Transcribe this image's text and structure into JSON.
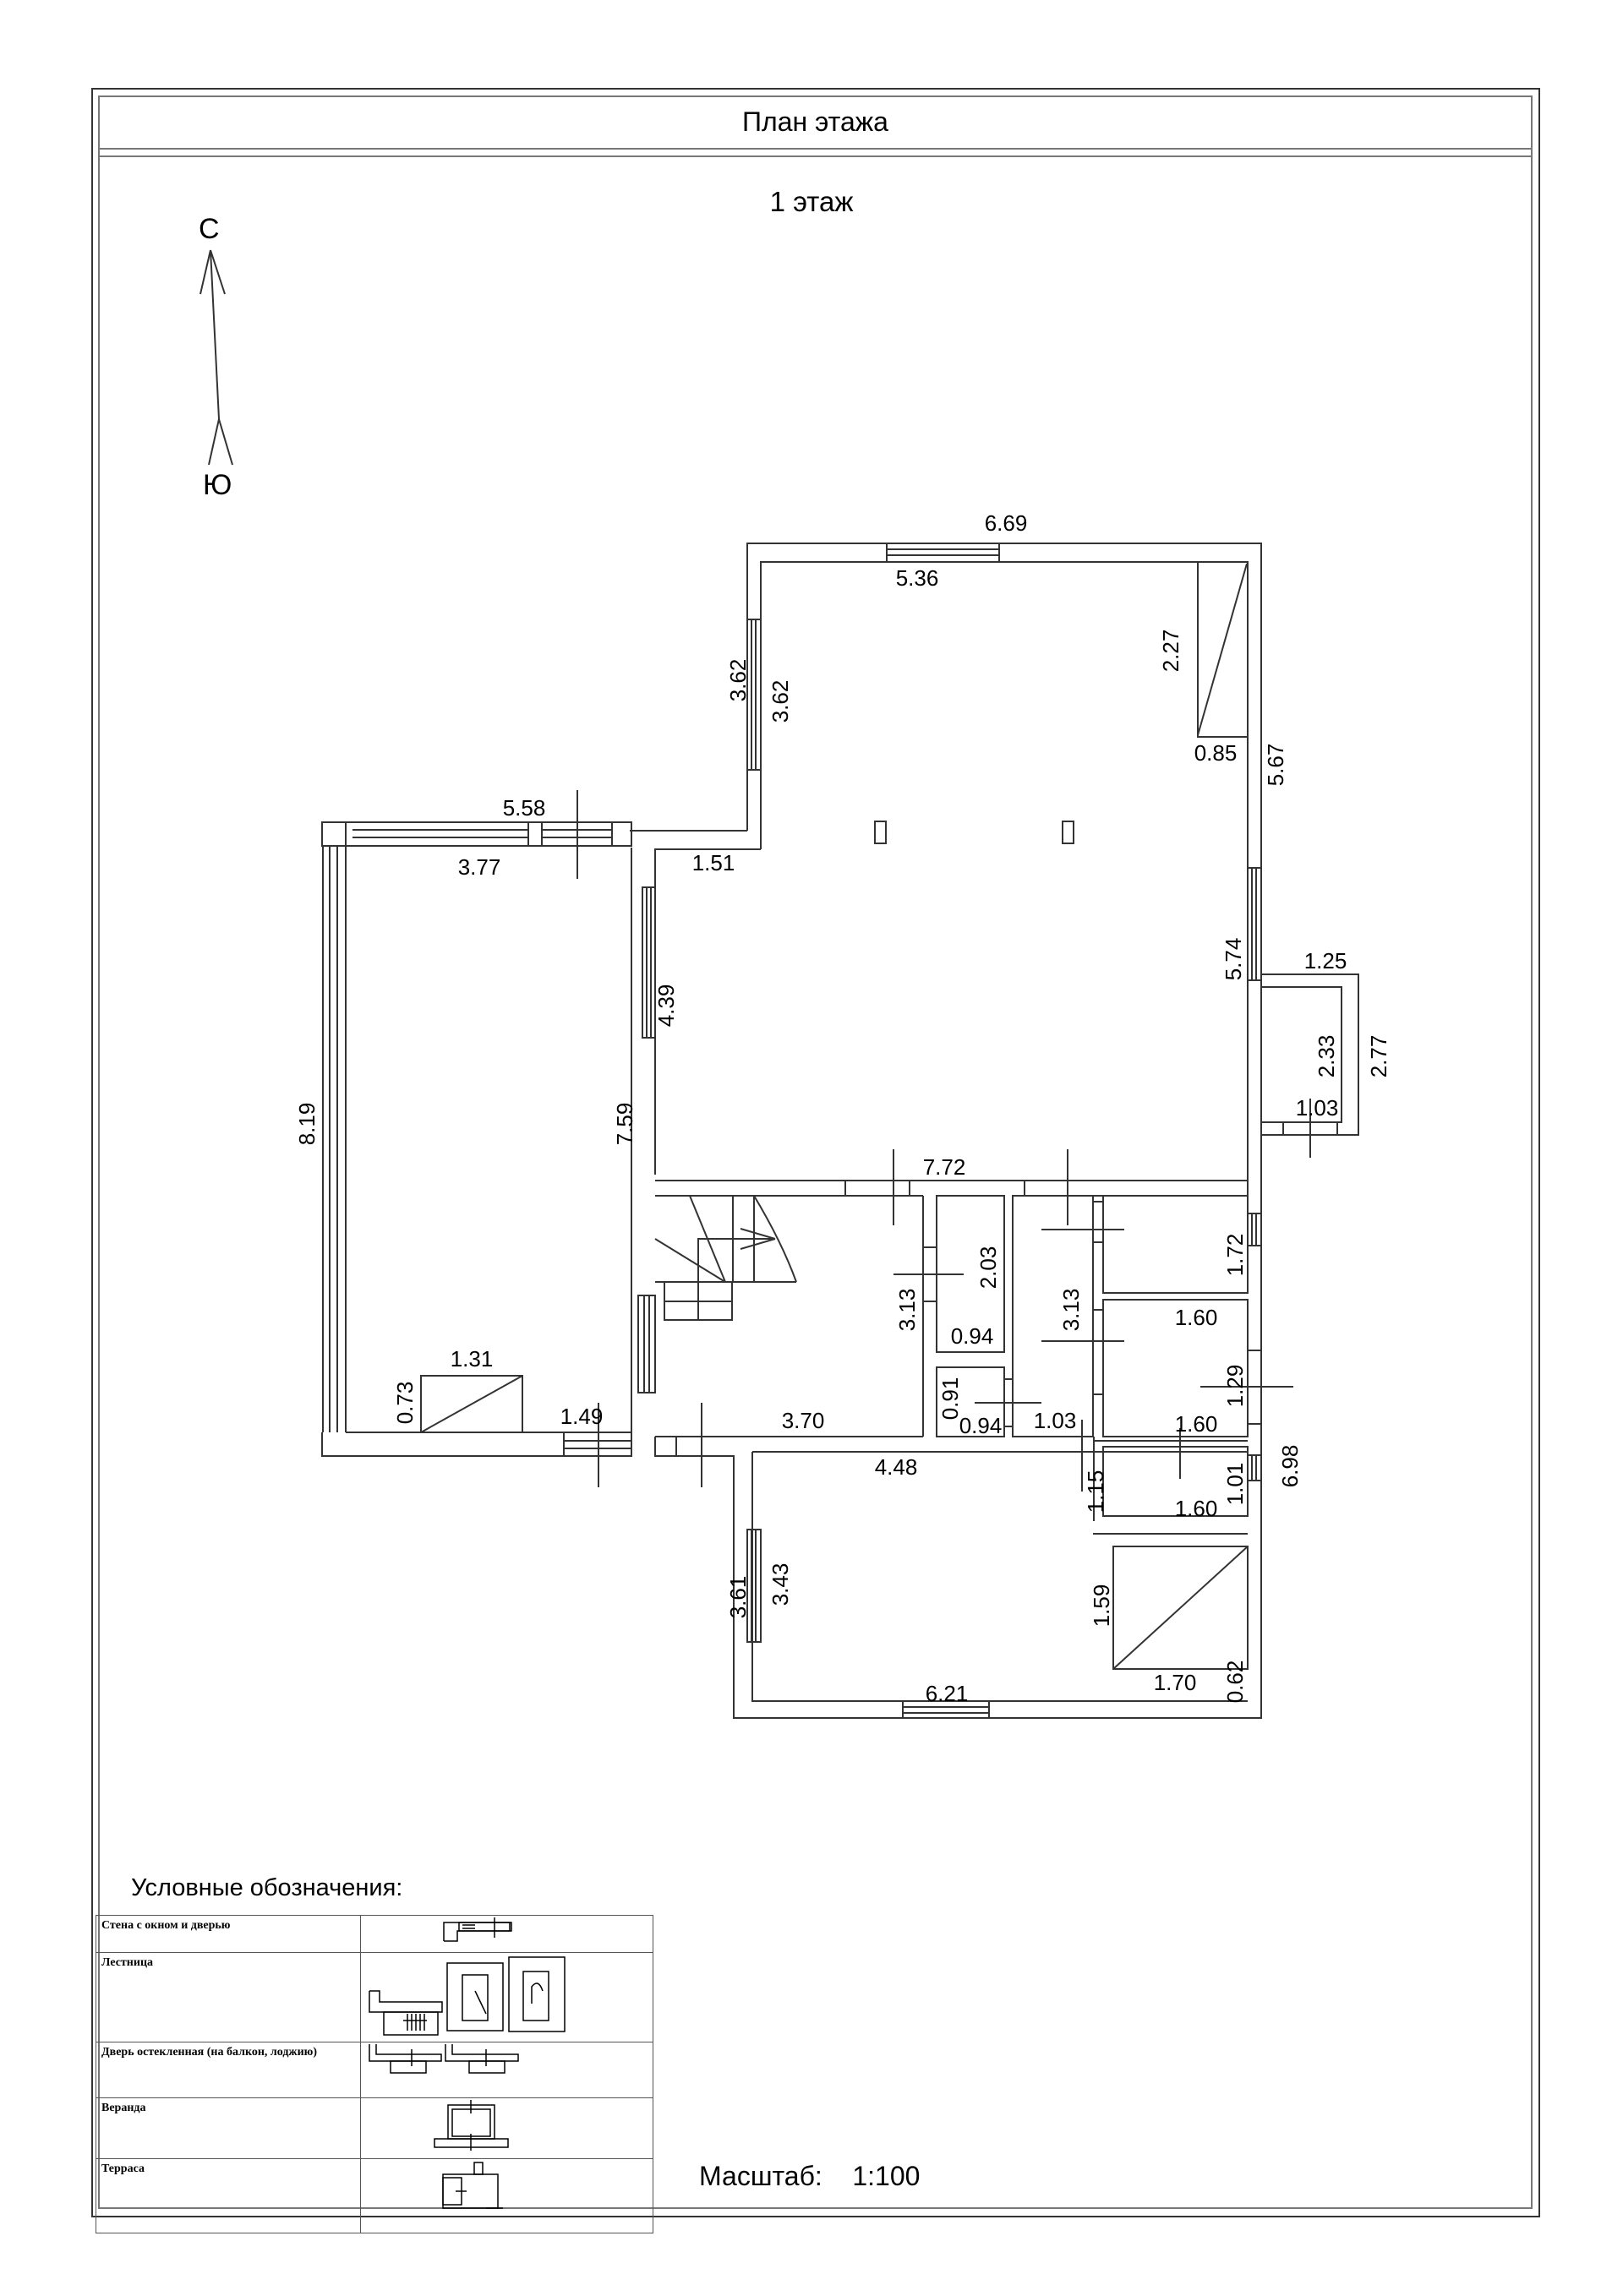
{
  "header": {
    "title": "План этажа",
    "floor": "1 этаж"
  },
  "compass": {
    "north": "С",
    "south": "Ю"
  },
  "dimensions": {
    "main_hall_top_outer": "6.69",
    "main_hall_top_inner": "5.36",
    "main_hall_west_outer": "3.62",
    "main_hall_west_inner": "3.62",
    "niche_height": "2.27",
    "niche_width": "0.85",
    "main_hall_east_outer": "5.67",
    "main_hall_east_inner": "5.74",
    "step_width": "1.51",
    "veranda_top_outer": "5.58",
    "veranda_top_inner": "3.77",
    "veranda_west": "8.19",
    "veranda_east_inner": "7.59",
    "hall_window_wall": "4.39",
    "veranda_item_width": "1.31",
    "veranda_item_depth": "0.73",
    "veranda_door": "1.49",
    "porch_width": "1.25",
    "porch_inner_height": "2.33",
    "porch_outer_height": "2.77",
    "porch_door": "1.03",
    "partition_length": "7.72",
    "stair_room_height": "3.13",
    "stair_room_width": "3.70",
    "closet_height": "2.03",
    "closet_width": "0.94",
    "small_closet_height": "0.91",
    "small_closet_width": "0.94",
    "corridor_height": "3.13",
    "corridor_width": "1.03",
    "bath1_height": "1.72",
    "bath1_width": "1.60",
    "bath2_height": "1.29",
    "bath2_width": "1.60",
    "bath3_height": "1.01",
    "bath3_width": "1.60",
    "passage_length": "1.15",
    "east_total": "6.98",
    "south_room_top": "4.48",
    "south_room_west_outer": "3.61",
    "south_room_west_inner": "3.43",
    "south_room_bottom": "6.21",
    "stair2_height": "1.59",
    "stair2_width": "1.70",
    "stair2_gap": "0.62"
  },
  "legend": {
    "title": "Условные обозначения:",
    "rows": [
      {
        "label": "Стена с окном и дверью",
        "symbol": "wall-window-door-icon"
      },
      {
        "label": "Лестница",
        "symbol": "stairs-icon"
      },
      {
        "label": "Дверь остекленная (на балкон, лоджию)",
        "symbol": "glazed-door-icon"
      },
      {
        "label": "Веранда",
        "symbol": "veranda-icon"
      },
      {
        "label": "Терраса",
        "symbol": "terrace-icon"
      }
    ]
  },
  "scale": {
    "label": "Масштаб:",
    "value": "1:100"
  }
}
